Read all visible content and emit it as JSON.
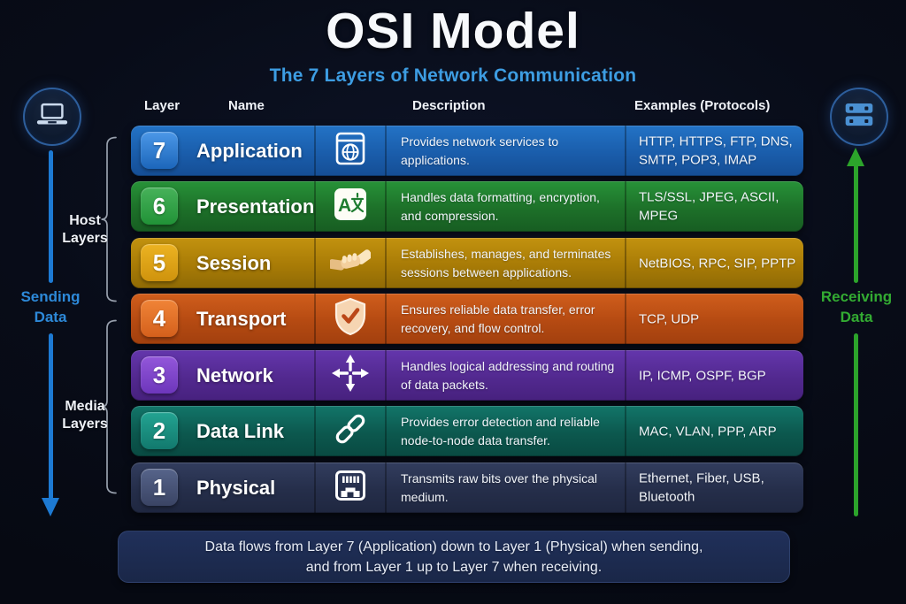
{
  "title": "OSI Model",
  "subtitle": "The 7 Layers of Network Communication",
  "left_panel": {
    "sending_label": "Sending Data",
    "host_layers_label": "Host Layers",
    "media_layers_label": "Media Layers",
    "endpoint_icon": "laptop-icon"
  },
  "right_panel": {
    "receiving_label": "Receiving Data",
    "endpoint_icon": "server-icon"
  },
  "table": {
    "headers": {
      "layer": "Layer",
      "name": "Name",
      "description": "Description",
      "examples": "Examples (Protocols)"
    },
    "rows": [
      {
        "layer": "7",
        "name": "Application",
        "icon": "browser-globe-icon",
        "description": "Provides network services to applications.",
        "examples": "HTTP, HTTPS, FTP, DNS, SMTP, POP3, IMAP",
        "color": "#1b63b5"
      },
      {
        "layer": "6",
        "name": "Presentation",
        "icon": "translate-icon",
        "description": "Handles data formatting, encryption, and compression.",
        "examples": "TLS/SSL, JPEG, ASCII, MPEG",
        "color": "#1f7c30"
      },
      {
        "layer": "5",
        "name": "Session",
        "icon": "handshake-icon",
        "description": "Establishes, manages, and terminates sessions between applications.",
        "examples": "NetBIOS, RPC, SIP, PPTP",
        "color": "#ad7f07"
      },
      {
        "layer": "4",
        "name": "Transport",
        "icon": "shield-check-icon",
        "description": "Ensures reliable data transfer, error recovery, and flow control.",
        "examples": "TCP, UDP",
        "color": "#c25316"
      },
      {
        "layer": "3",
        "name": "Network",
        "icon": "routing-arrows-icon",
        "description": "Handles logical addressing and routing of data packets.",
        "examples": "IP, ICMP, OSPF, BGP",
        "color": "#582e9a"
      },
      {
        "layer": "2",
        "name": "Data Link",
        "icon": "chain-link-icon",
        "description": "Provides error detection and reliable node-to-node data transfer.",
        "examples": "MAC, VLAN, PPP, ARP",
        "color": "#0d5f54"
      },
      {
        "layer": "1",
        "name": "Physical",
        "icon": "ethernet-port-icon",
        "description": "Transmits raw bits over the physical medium.",
        "examples": "Ethernet, Fiber, USB, Bluetooth",
        "color": "#28324e"
      }
    ]
  },
  "footer": {
    "line1": "Data flows from Layer 7 (Application) down to Layer 1 (Physical) when sending,",
    "line2": "and from Layer 1 up to Layer 7 when receiving."
  },
  "colors": {
    "background": "#080c18",
    "subtitle_blue": "#3d9de2",
    "sending_blue": "#1d7ad3",
    "receiving_green": "#2ca42b",
    "footer_bg": "#1c2a50",
    "bracket_gray": "#98a0ad"
  }
}
